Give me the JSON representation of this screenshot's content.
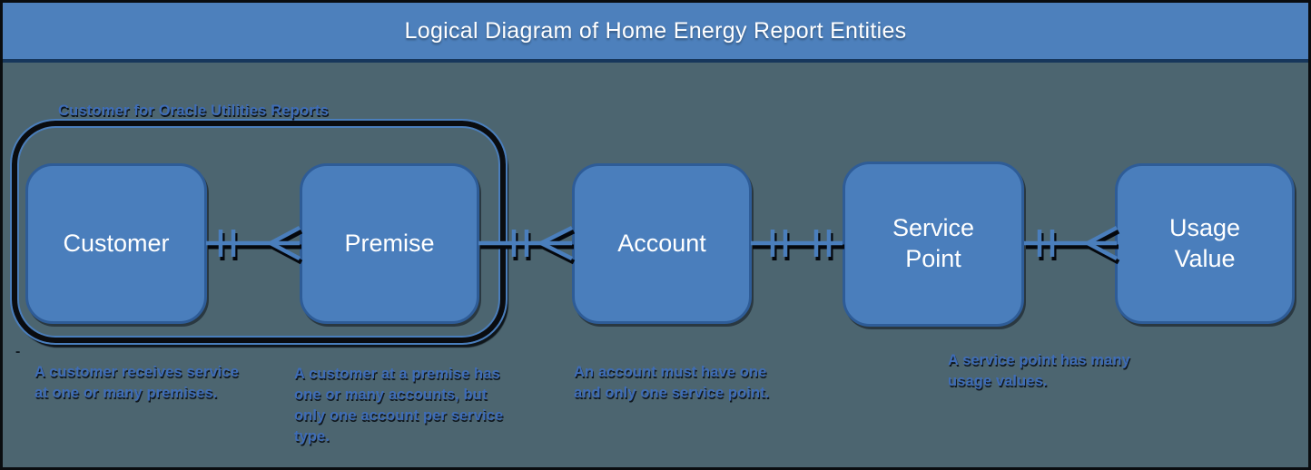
{
  "title": "Logical Diagram of Home Energy Report Entities",
  "group": {
    "label": "Customer for Oracle Utilities Reports"
  },
  "entities": [
    {
      "id": "customer",
      "label": "Customer"
    },
    {
      "id": "premise",
      "label": "Premise"
    },
    {
      "id": "account",
      "label": "Account"
    },
    {
      "id": "service-point",
      "label": "Service\nPoint"
    },
    {
      "id": "usage-value",
      "label": "Usage\nValue"
    }
  ],
  "connectors": [
    {
      "from": "Customer",
      "to": "Premise",
      "from_cardinality": "one and only one",
      "to_cardinality": "many"
    },
    {
      "from": "Premise",
      "to": "Account",
      "from_cardinality": "one and only one",
      "to_cardinality": "many"
    },
    {
      "from": "Account",
      "to": "Service Point",
      "from_cardinality": "one and only one",
      "to_cardinality": "one and only one"
    },
    {
      "from": "Service Point",
      "to": "Usage Value",
      "from_cardinality": "one and only one",
      "to_cardinality": "many"
    }
  ],
  "annotations": [
    {
      "text": "A customer receives service\nat one or many premises."
    },
    {
      "text": "A customer at a premise has\none or many accounts, but\nonly one account per service\ntype."
    },
    {
      "text": "An account must have one\nand only one service point."
    },
    {
      "text": "A service point has many\nusage values."
    }
  ],
  "stray_mark": "-",
  "colors": {
    "background": "#4c6570",
    "header_bar": "#4d80bc",
    "entity_fill": "#4a7ebc",
    "entity_border": "#2e5c97",
    "connector_blue": "#4a7ebc",
    "annotation_blue": "#3e6cb7",
    "outline_black": "#0a0c10",
    "title_text": "#ffffff"
  }
}
